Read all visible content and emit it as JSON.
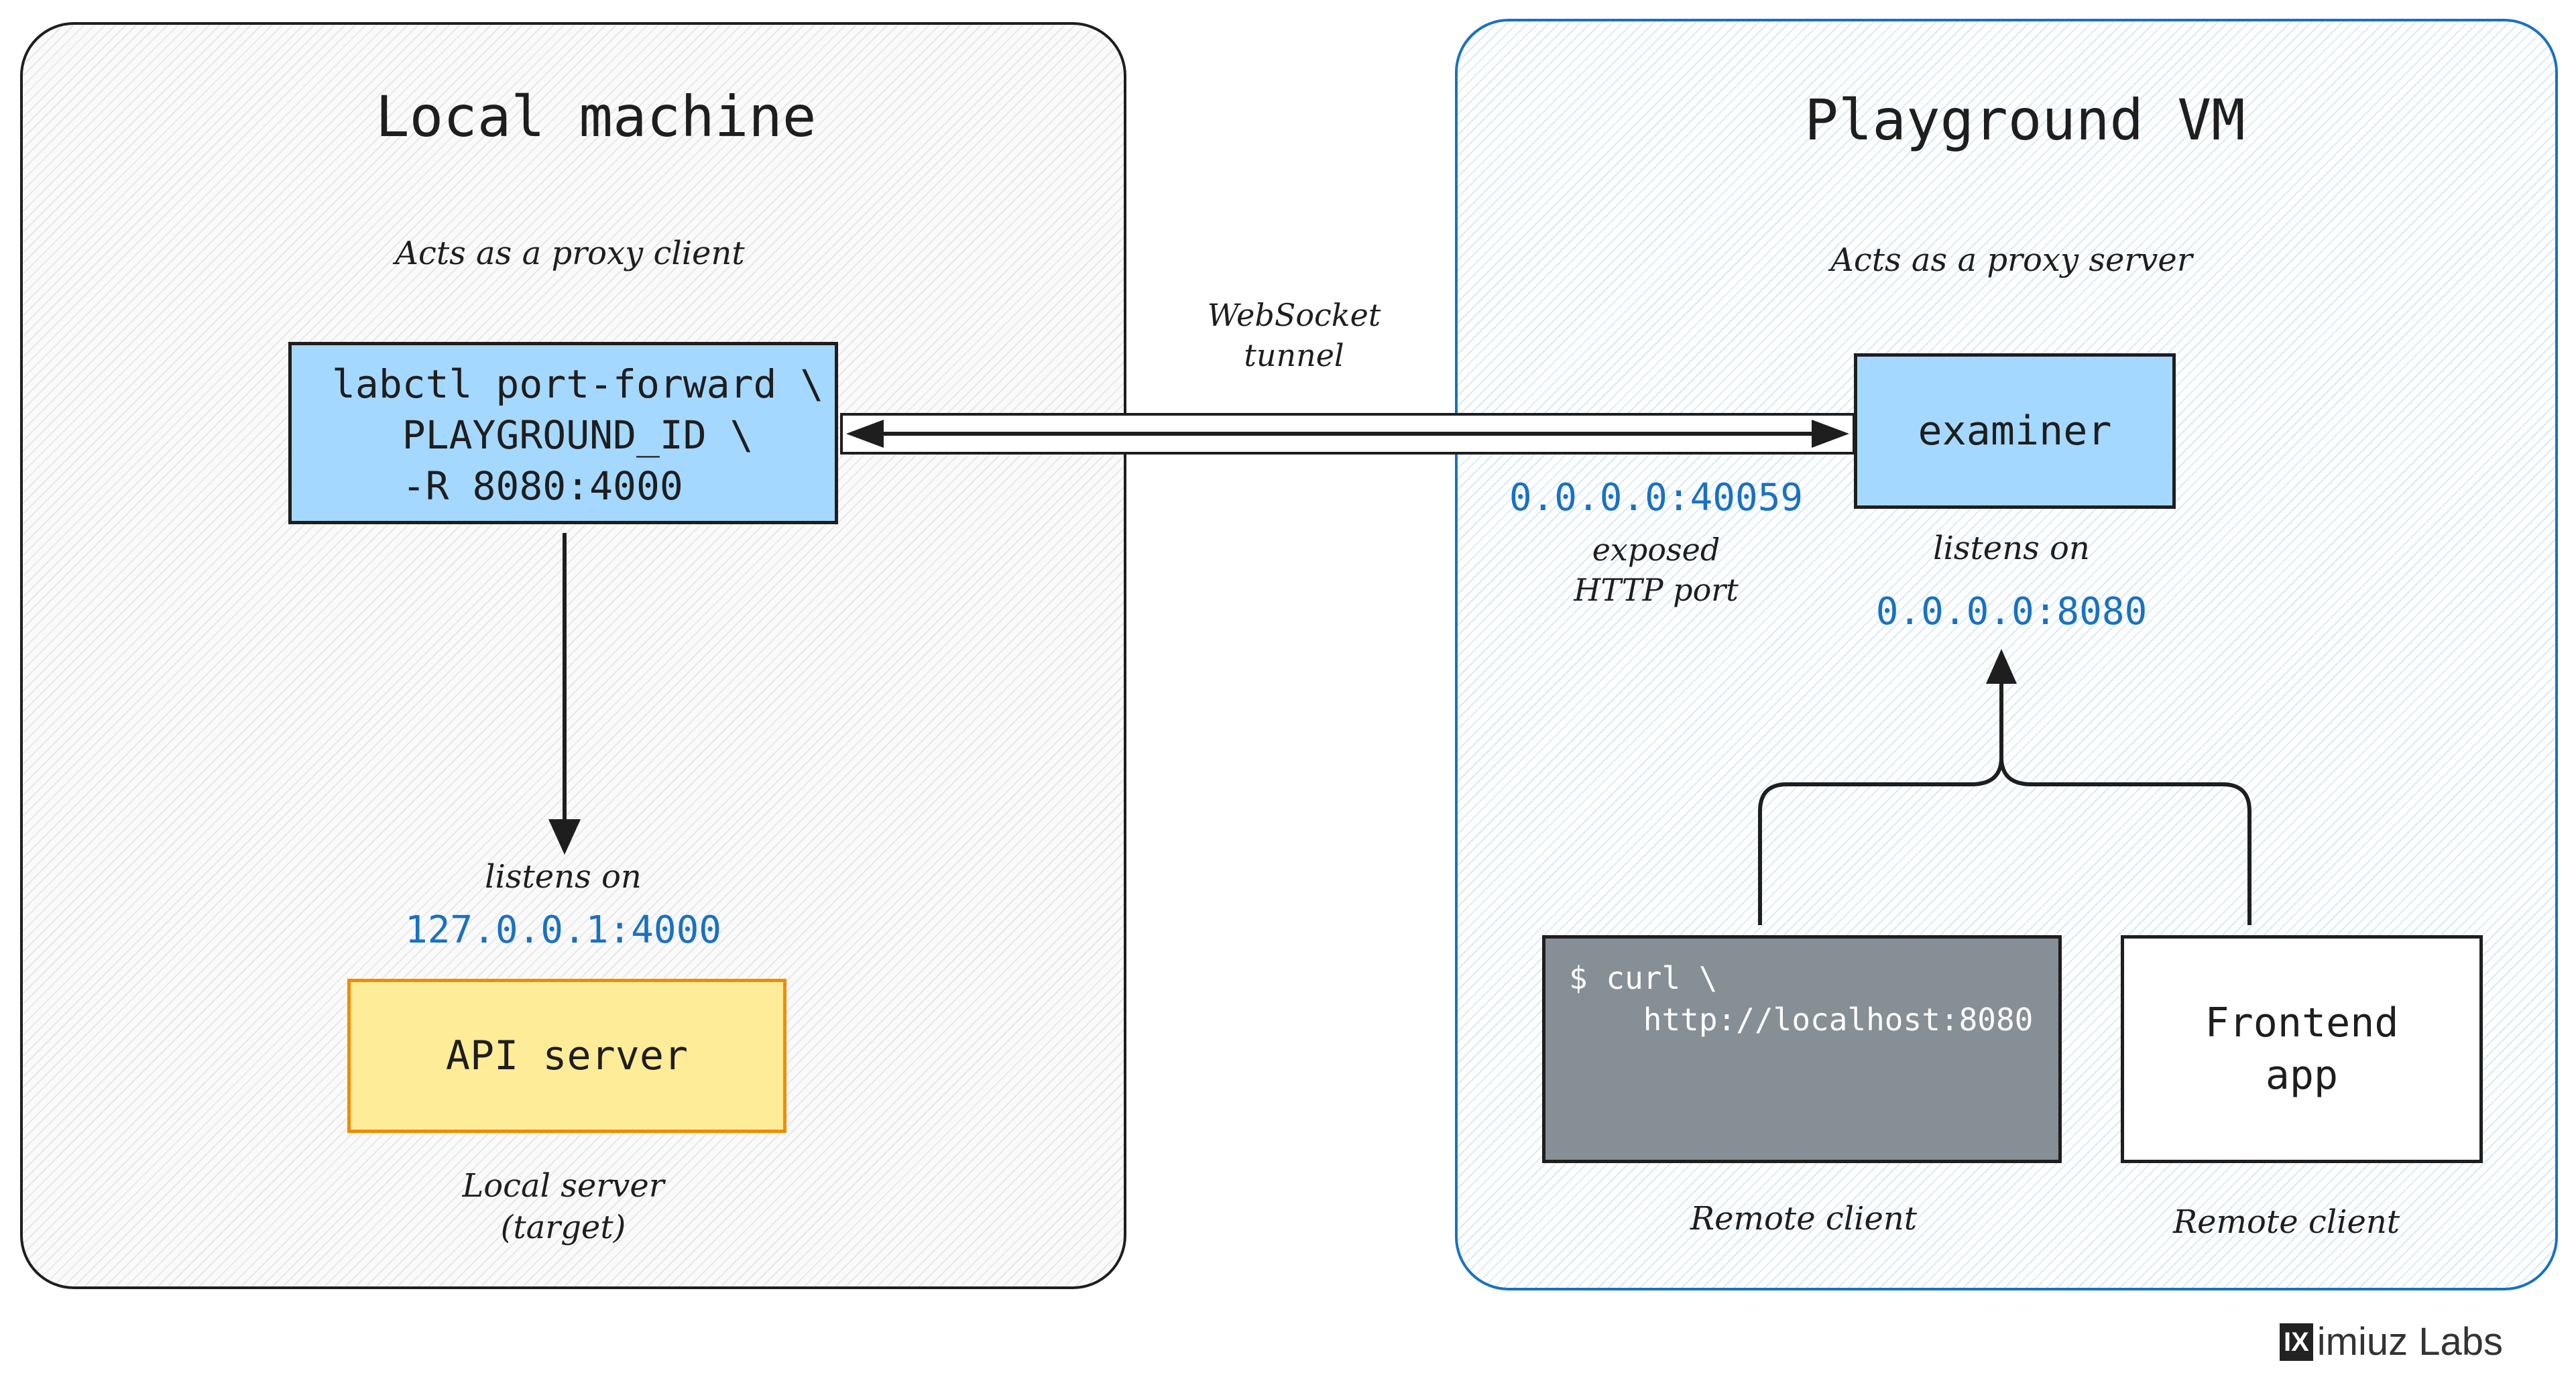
{
  "local": {
    "title": "Local machine",
    "role": "Acts as a proxy client",
    "command": "labctl port-forward \\\n   PLAYGROUND_ID \\\n   -R 8080:4000",
    "listens_label": "listens on",
    "listen_addr": "127.0.0.1:4000",
    "api_server": "API server",
    "api_caption": "Local server\n(target)"
  },
  "vm": {
    "title": "Playground VM",
    "role": "Acts as a proxy server",
    "examiner": "examiner",
    "exposed_addr": "0.0.0.0:40059",
    "exposed_caption": "exposed\nHTTP port",
    "listens_label": "listens on",
    "listen_addr": "0.0.0.0:8080",
    "curl_command": "$ curl \\\n    http://localhost:8080",
    "frontend": "Frontend\napp",
    "curl_caption": "Remote client",
    "frontend_caption": "Remote client"
  },
  "tunnel": {
    "label": "WebSocket\ntunnel"
  },
  "brand": {
    "badge": "IX",
    "name": "imiuz Labs"
  },
  "colors": {
    "blue_box": "#a5d8ff",
    "yellow_box": "#ffec99",
    "orange_border": "#f08c00",
    "gray_box": "#868e96",
    "blue_accent": "#1971c2"
  }
}
